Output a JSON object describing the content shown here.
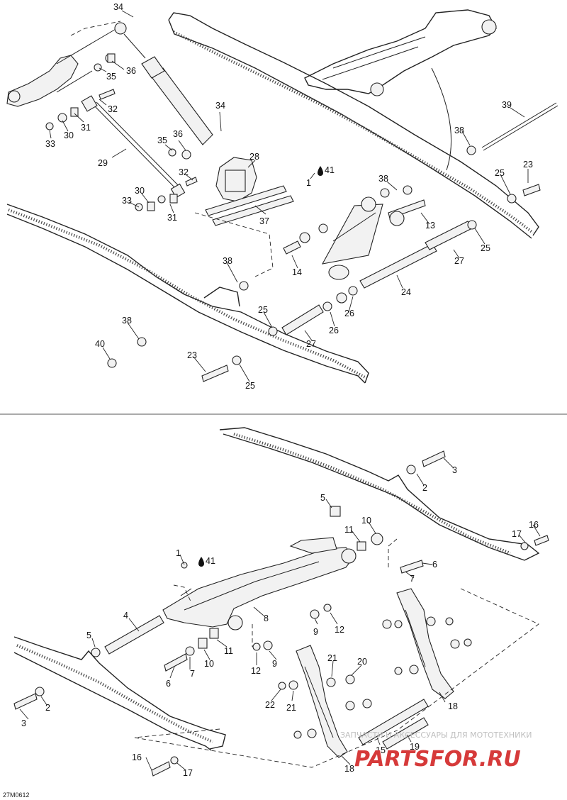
{
  "diagram_code": "27M0612",
  "oil_symbol_label": "41",
  "watermark": {
    "subtitle": "ЗАПЧАСТИ И АКСЕССУАРЫ ДЛЯ МОТОТЕХНИКИ",
    "brand": "PARTSFOR.RU"
  },
  "colors": {
    "line": "#222222",
    "watermark_red": "#d63a3a",
    "divider": "#555555"
  },
  "top_callouts": [
    "34",
    "35",
    "36",
    "32",
    "31",
    "30",
    "33",
    "29",
    "34",
    "36",
    "35",
    "32",
    "28",
    "41",
    "1",
    "30",
    "33",
    "31",
    "37",
    "38",
    "39",
    "38",
    "23",
    "25",
    "13",
    "25",
    "14",
    "27",
    "38",
    "24",
    "26",
    "26",
    "25",
    "27",
    "38",
    "40",
    "23",
    "25"
  ],
  "bottom_callouts": [
    "3",
    "2",
    "5",
    "16",
    "17",
    "11",
    "10",
    "1",
    "41",
    "6",
    "7",
    "4",
    "8",
    "9",
    "12",
    "5",
    "7",
    "10",
    "11",
    "6",
    "12",
    "9",
    "21",
    "20",
    "22",
    "21",
    "18",
    "15",
    "19",
    "3",
    "2",
    "16",
    "17",
    "18"
  ]
}
